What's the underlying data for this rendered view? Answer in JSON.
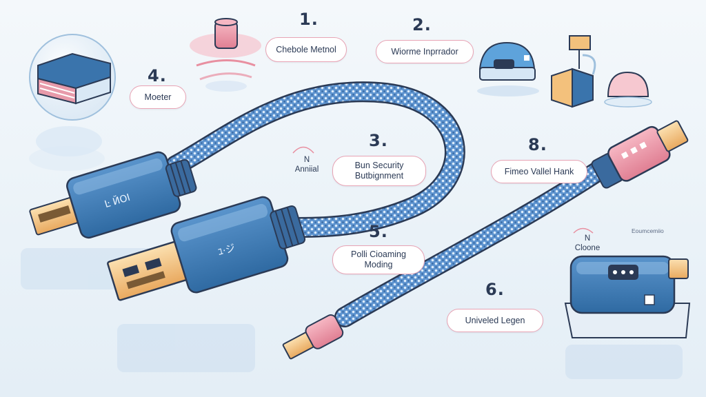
{
  "numbers": {
    "n1": "1.",
    "n2": "2.",
    "n3": "3.",
    "n4": "4.",
    "n5": "5.",
    "n6": "6.",
    "n8": "8."
  },
  "labels": {
    "chebole": "Chebole Metnol",
    "wiorme": "Wiorme Inprrador",
    "moeter": "Moeter",
    "bun_line1": "Bun Security",
    "bun_line2": "Butbignment",
    "n_annial_line1": "N",
    "n_annial_line2": "Anniial",
    "fimeo": "Fimeo Vallel Hank",
    "polli_line1": "Polli Cioaming",
    "polli_line2": "Moding",
    "n_cloone_line1": "N",
    "n_cloone_line2": "Cloone",
    "eoumcemiio": "Eoumcemiio",
    "univeled": "Univeled Legen"
  },
  "connector_text": {
    "upper": "Ŀ ЙOI",
    "lower": "ﾕ·ジ"
  },
  "colors": {
    "cable_blue": "#4f86c6",
    "connector_blue": "#3a74ac",
    "pink": "#e88fa0",
    "gold": "#f3c17c",
    "outline": "#2b3a55"
  }
}
